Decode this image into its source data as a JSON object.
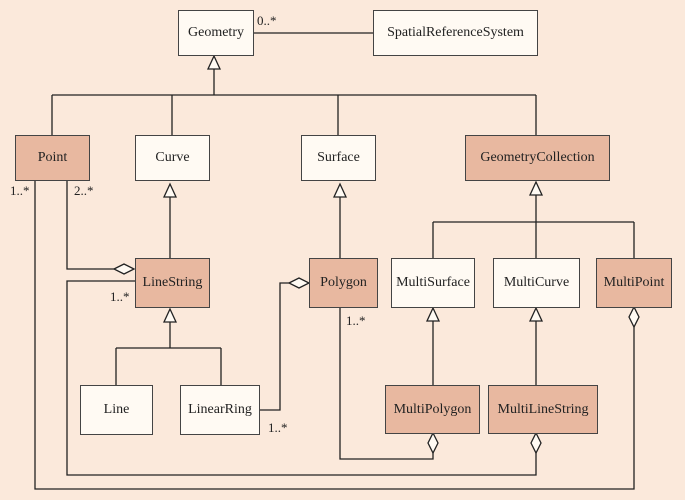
{
  "classes": {
    "geometry": {
      "label": "Geometry",
      "fill": "#fffaf3"
    },
    "spatial_reference_system": {
      "label": "SpatialReferenceSystem",
      "fill": "#fffaf3"
    },
    "point": {
      "label": "Point",
      "fill": "#e8b8a0"
    },
    "curve": {
      "label": "Curve",
      "fill": "#fffaf3"
    },
    "surface": {
      "label": "Surface",
      "fill": "#fffaf3"
    },
    "geometry_collection": {
      "label": "GeometryCollection",
      "fill": "#e8b8a0"
    },
    "line_string": {
      "label": "LineString",
      "fill": "#e8b8a0"
    },
    "polygon": {
      "label": "Polygon",
      "fill": "#e8b8a0"
    },
    "multi_surface": {
      "label": "MultiSurface",
      "fill": "#fffaf3"
    },
    "multi_curve": {
      "label": "MultiCurve",
      "fill": "#fffaf3"
    },
    "multi_point": {
      "label": "MultiPoint",
      "fill": "#e8b8a0"
    },
    "line": {
      "label": "Line",
      "fill": "#fffaf3"
    },
    "linear_ring": {
      "label": "LinearRing",
      "fill": "#fffaf3"
    },
    "multi_polygon": {
      "label": "MultiPolygon",
      "fill": "#e8b8a0"
    },
    "multi_line_string": {
      "label": "MultiLineString",
      "fill": "#e8b8a0"
    }
  },
  "multiplicities": {
    "geometry_srs": "0..*",
    "point_left": "1..*",
    "point_right": "2..*",
    "line_string": "1..*",
    "polygon": "1..*",
    "linear_ring": "1..*"
  },
  "colors": {
    "background": "#fbe9db",
    "line": "#222222",
    "highlight_fill": "#e8b8a0",
    "plain_fill": "#fffaf3"
  }
}
